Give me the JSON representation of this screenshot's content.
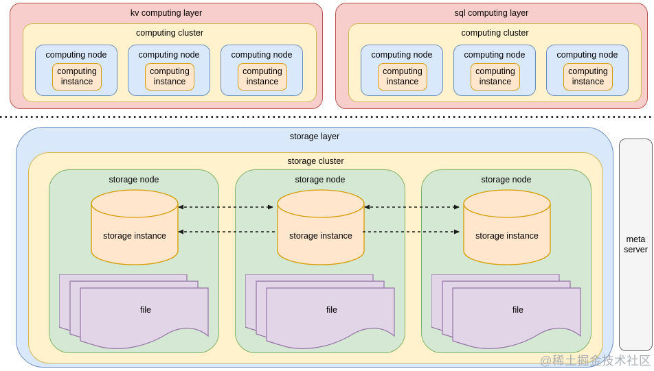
{
  "colors": {
    "layer_pink_fill": "#f8cecc",
    "layer_pink_stroke": "#b85450",
    "cluster_yellow_fill": "#fff2cc",
    "cluster_yellow_stroke": "#d6b656",
    "node_blue_fill": "#dae8fc",
    "node_blue_stroke": "#6c8ebf",
    "instance_orange_fill": "#ffe6cc",
    "instance_orange_stroke": "#d79b00",
    "node_green_fill": "#d5e8d4",
    "node_green_stroke": "#82b366",
    "file_purple_fill": "#e1d5e7",
    "file_purple_stroke": "#9673a6",
    "meta_gray_fill": "#f5f5f5",
    "meta_gray_stroke": "#666666",
    "arrow_color": "#1a1a1a"
  },
  "computing_layers": [
    {
      "title": "kv computing layer",
      "cluster": {
        "title": "computing cluster",
        "nodes": [
          {
            "title": "computing node",
            "instance_label": "computing instance"
          },
          {
            "title": "computing node",
            "instance_label": "computing instance"
          },
          {
            "title": "computing node",
            "instance_label": "computing instance"
          }
        ]
      }
    },
    {
      "title": "sql computing layer",
      "cluster": {
        "title": "computing cluster",
        "nodes": [
          {
            "title": "computing node",
            "instance_label": "computing instance"
          },
          {
            "title": "computing node",
            "instance_label": "computing instance"
          },
          {
            "title": "computing node",
            "instance_label": "computing instance"
          }
        ]
      }
    }
  ],
  "storage_layer": {
    "title": "storage layer",
    "cluster": {
      "title": "storage cluster",
      "nodes": [
        {
          "title": "storage node",
          "instance_label": "storage instance",
          "file_label": "file"
        },
        {
          "title": "storage node",
          "instance_label": "storage instance",
          "file_label": "file"
        },
        {
          "title": "storage node",
          "instance_label": "storage instance",
          "file_label": "file"
        }
      ]
    }
  },
  "meta_server": {
    "label": "meta server"
  },
  "watermark": "@稀土掘金技术社区"
}
